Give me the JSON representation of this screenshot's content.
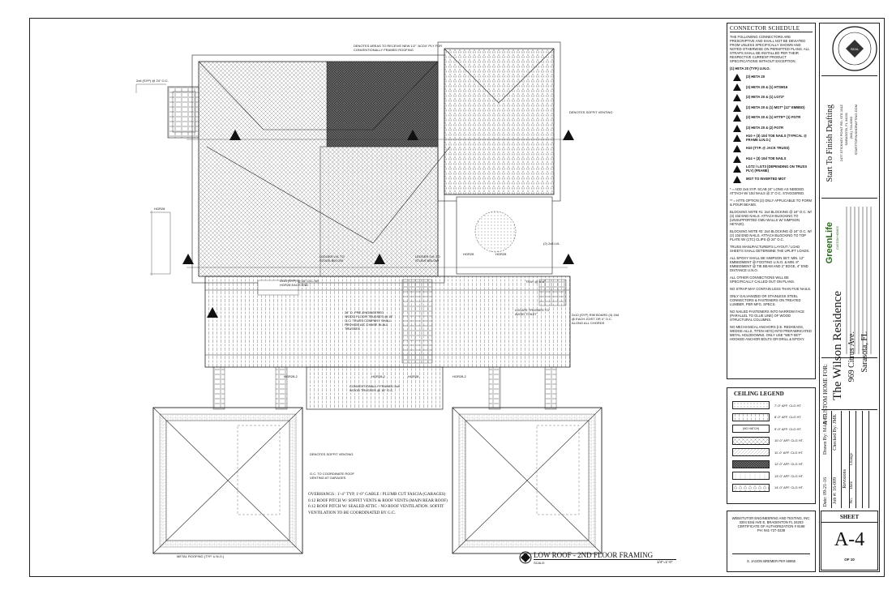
{
  "connector_schedule": {
    "title": "CONNECTOR SCHEDULE",
    "intro": "THE FOLLOWING CONNECTORS ARE PRESCRIPTIVE AND SHALL NOT BE DEVIATED FROM UNLESS SPECIFICALLY SHOWN AND NOTED OTHERWISE ON PERMITTED PLANS. ALL STRAPS SHALL BE INSTALLED PER THEIR RESPECTIVE CURRENT PRODUCT SPECIFICATIONS WITHOUT EXCEPTION.",
    "default": "(1) HETA 20 (TYP.) U.N.O.",
    "items": [
      "(2) HETA 20",
      "(2) HETA 20 & (1) HTSM16",
      "(2) HETA 20 & (1) LGT2*",
      "(2) HETA 20 & (1) MGT* (12\" EMBED)",
      "(2) HETA 20 & (1) HTT5** (1) FGTR",
      "(2) HETA 20 & (2) FGTR",
      "H10 + (3) 10d TOE NAILS (TYPICAL @ FRAME U.N.O.)",
      "H10 (TYP. @ JACK TRUSS)",
      "H14 + (3) 10d TOE NAILS",
      "LGT2 / LGT3 (DEPENDING ON TRUSS PLY) (FRAME)",
      "MGT TO INVERTED MGT"
    ],
    "notes": [
      "* = ADD 2x6 SYP. SCAB 24\" LONG AS NEEDED. ATTACH W/ 10d NAILS @ 3\" O.C. STAGGERED.",
      "** = HTT5 OPTION (3) ONLY APPLICABLE TO FORM & POUR BEAMS.",
      "BLOCKING NOTE #1: 2x4 BLOCKING @ 24\" O.C. W/ (3) 10d END NAILS. ATTACH BLOCKING TO (UNSUPPORTED CMU WALLS W/ SIMPSON HETA20).",
      "BLOCKING NOTE #2: 2x4 BLOCKING @ 24\" O.C. W/ (2) 10d END NAILS. ATTACH BLOCKING TO TOP PLATE W/ (1TC) CLIPS @ 24\" O.C.",
      "TRUSS MANUFACTURER'S LAYOUT / LOAD SHEETS SHALL DETERMINE THE UPLIFT LOADS.",
      "ALL EPOXY SHALL BE SIMPSON SET. MIN. 12\" EMBEDMENT @ FOOTING U.N.O. & MIN. 8\" EMBEDMENT @ TIE BEAM AND 2\" EDGE, 4\" END DISTANCE U.N.O.",
      "ALL OTHER CONNECTIONS WILL BE SPECIFICALLY CALLED OUT ON PLANS.",
      "NO STRAP MAY CONTAIN LESS THAN FIVE NAILS.",
      "ONLY GALVANIZED OR STAINLESS STEEL CONNECTORS & FASTENERS ON TREATED LUMBER, PER MFG. SPECS.",
      "NO NAILED FASTENERS INTO NARROW FACE (PARALLEL TO GLUE LINE) OF WOOD STRUCTURAL COLUMNS.",
      "NO MECHANICAL ANCHORS (I.E. REDHEADS, WEDGE-ALLS, TITEN HD'S) INTO PREFABRICATED METAL HOLDDOWNS. ONLY USE \"WET-SET\" HOOKED ANCHOR BOLTS OR DRILL & EPOXY."
    ]
  },
  "ceiling_legend": {
    "title": "CEILING LEGEND",
    "rows": [
      {
        "label": "7'-0\" AFF. CLG HT.",
        "pattern": "dots"
      },
      {
        "label": "8'-0\" AFF. CLG HT.",
        "pattern": "dash"
      },
      {
        "label": "9'-0\" AFF. CLG HT.",
        "pattern": "none",
        "tag": "(NO HATCH)"
      },
      {
        "label": "10'-0\" AFF. CLG HT.",
        "pattern": "cross"
      },
      {
        "label": "11'-0\" AFF. CLG HT.",
        "pattern": "diag"
      },
      {
        "label": "12'-0\" AFF. CLG HT.",
        "pattern": "checker"
      },
      {
        "label": "13'-0\" AFF. CLG HT.",
        "pattern": "lines"
      },
      {
        "label": "14'-0\" AFF. CLG HT.",
        "pattern": "grid"
      }
    ]
  },
  "engineer": {
    "lines": [
      "WEBSTUTOR ENGINEERING AND TESTING, INC.",
      "3304 53rd AVE E, BRADENTON FL 34203",
      "CERTIFICATE OF AUTHORIZATION # 9198",
      "PH: 941-727-3338"
    ],
    "signature": "S. JASON BREMER PE# 66955"
  },
  "title_block": {
    "drafting_firm": "Start To Finish Drafting",
    "firm_address": "2477 STICKNEY POINT RD, STE 101Z",
    "firm_city": "SARASOTA, FL 34231",
    "firm_phone": "(941) 724-0063",
    "firm_web": "STARTTOFINISHDRAFTING.COM",
    "builder_logo": "GreenLife",
    "builder_sub": "CUSTOM HOMES",
    "custom_home_for": "A CUSTOM HOME FOR:",
    "project_name": "The Wilson Residence",
    "address": "969 Citrus Ave.",
    "city": "Sarasota, FL",
    "date_label": "Date:",
    "date": "09-21-16",
    "drawn_label": "Drawn By:",
    "drawn": "MAB/JD",
    "job_label": "Job #:",
    "job": "16-009",
    "checked_label": "Checked By:",
    "checked": "JMK",
    "revisions_label": "Revisions",
    "rev_no": "No.",
    "rev_date": "Date",
    "rev_change": "Change"
  },
  "sheet": {
    "label": "SHEET",
    "number": "A-4",
    "of": "OF 10"
  },
  "plan": {
    "title": "LOW ROOF - 2ND FLOOR FRAMING",
    "scale_label": "SCALE:",
    "scale": "1/4\"=1'-0\"",
    "overhangs_note": "OVERHANGS : 1'-4\" TYP, 1'-0\" GABLE / PLUMB CUT FASCIA (GARAGES) 6:12 ROOF PITCH W/ SOFFIT VENTS & ROOF VENTS (MAIN REAR ROOF) 6:12 ROOF PITCH W/ SEALED ATTIC - NO ROOF VENTILATION. SOFFIT VENTILATION TO BE COORDINATED BY G.C.",
    "notes": {
      "vent_top": "DENOTES AREAS TO RECEIVE NEW 1/2\" 'ACDX' PLY FOR CONVENTIONALLY FRAMED ROOFING",
      "soffit_right": "DENOTES SOFFIT VENTING",
      "gt_left": "2x6 (SYP) @ 24\" O.C.",
      "hdr_left": "HGR28",
      "lvl1": "LEDGER LVL TO STUDS BELOW",
      "lvl2": "LEDGER LVL TO STUDS BELOW",
      "hgr2": "HGR28",
      "hgr3": "HGR28",
      "hdr_right": "(2) 2x8 LVL",
      "joist": "2x10 (SYP) @ 16\" O.C. W/ HGR28 EACH END",
      "truss_note": "24\" D. PRE-ENGINEERED WOOD FLOOR TRUSSES @ 16\" O.C. TRUSS COMPANY SHALL PROVIDE A/C CHASE IN ALL TRUSSES",
      "toilet": "LOCATE TRUSSES TO AVOID TOILET",
      "rim": "2x10 (SYP) RIM BOARD (4) 16d @ EACH JOIST OR 4\" O.C. ALONG ALL CHORDS",
      "tray": "TRAY @ 9'-0\"",
      "hgr_b1": "HGR28-2",
      "hgr_b2": "HGR28-2",
      "hgr_b3": "HGR28-2",
      "conv": "CONVENTIONALLY FRAMED 2x8 WOOD TRUSSES @ 16\" O.C.",
      "hdr_bot": "HGR28",
      "soffit_garage": "DENOTES SOFFIT VENTING",
      "gc_coord": "G.C. TO COORDINATE ROOF VENTING AT GARAGES",
      "metal_roof": "METAL ROOFING (TYP. U.N.O.)"
    }
  },
  "seal": {
    "text": "SEAL"
  }
}
